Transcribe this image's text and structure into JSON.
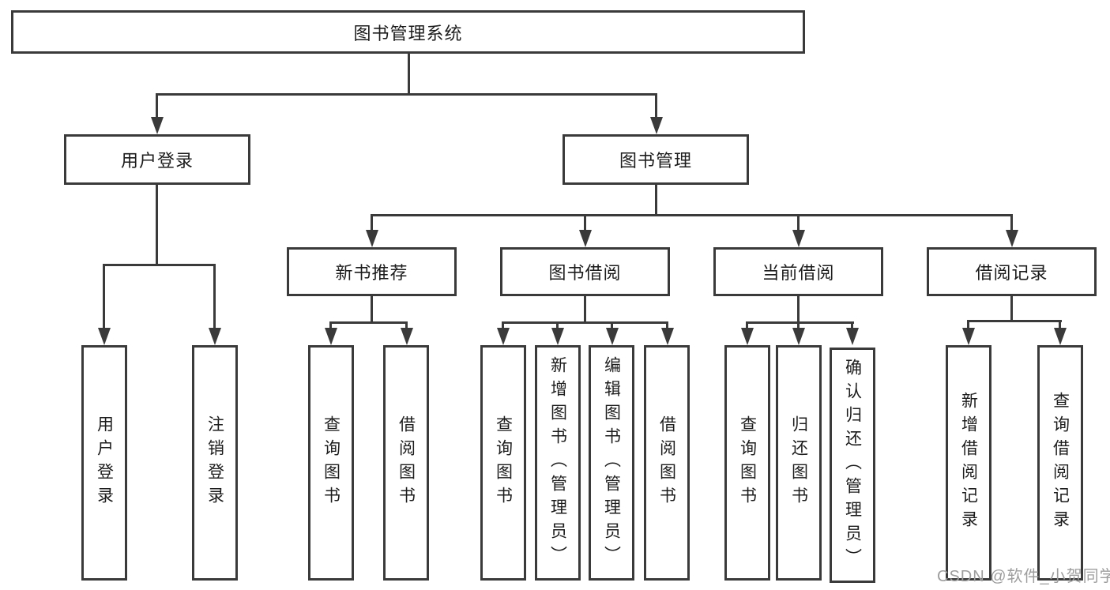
{
  "diagram": {
    "root": {
      "label": "图书管理系统"
    },
    "level2": [
      {
        "label": "用户登录"
      },
      {
        "label": "图书管理"
      }
    ],
    "level3": [
      {
        "label": "新书推荐"
      },
      {
        "label": "图书借阅"
      },
      {
        "label": "当前借阅"
      },
      {
        "label": "借阅记录"
      }
    ],
    "leaves": {
      "user_login": [
        "用户登录",
        "注销登录"
      ],
      "new_book": [
        "查询图书",
        "借阅图书"
      ],
      "book_borrow": [
        "查询图书",
        "新增图书（管理员）",
        "编辑图书（管理员）",
        "借阅图书"
      ],
      "current_borrow": [
        "查询图书",
        "归还图书",
        "确认归还（管理员）"
      ],
      "borrow_record": [
        "新增借阅记录",
        "查询借阅记录"
      ]
    }
  },
  "watermark": "CSDN @软件_小贺同学",
  "colors": {
    "line": "#3a3a3a",
    "text": "#1c1c1c",
    "watermark": "#9e9e9e",
    "background": "#ffffff"
  }
}
